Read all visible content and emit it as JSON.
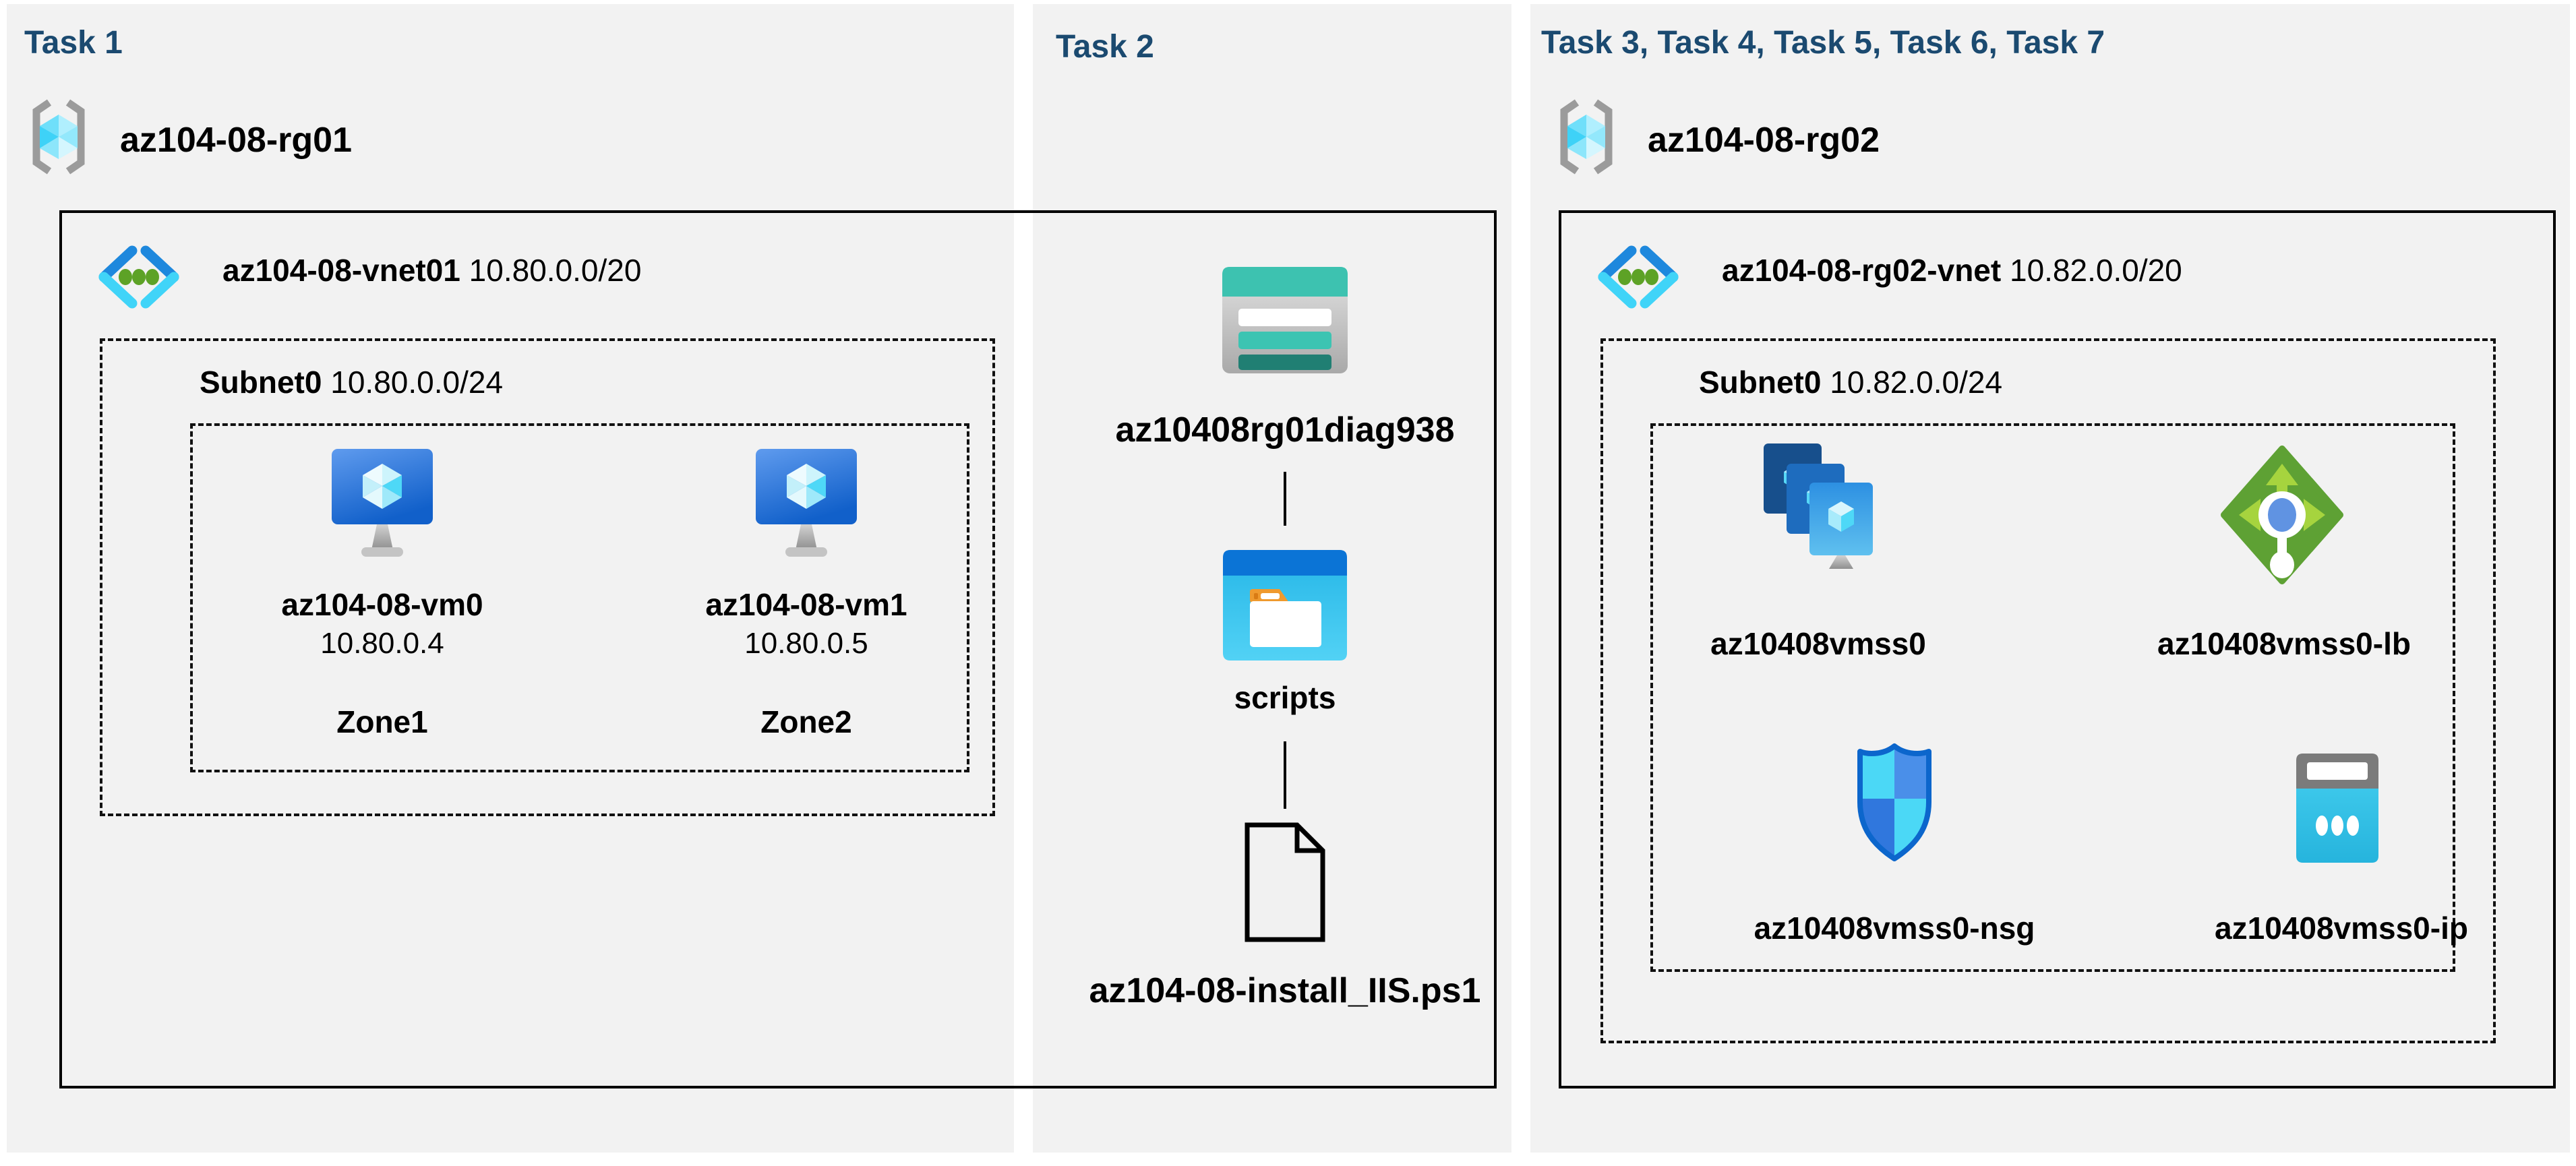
{
  "colors": {
    "title_navy": "#1b4a70",
    "panel_bg": "#f2f2f2",
    "line_black": "#000000",
    "storage_teal": "#3dc2b0",
    "storage_teal_dark": "#207f73",
    "folder_blue": "#0b74d6",
    "folder_cyan": "#3ec9f0",
    "folder_orange": "#ef9a2e",
    "vnet_blue": "#1e88dd",
    "vnet_cyan": "#40d4f8",
    "vnet_green": "#5da226",
    "vm_blue": "#1565d2",
    "lb_green": "#5ea134",
    "lb_lime": "#a6d43e",
    "nsg_outline": "#0c66cc",
    "nsg_cyan": "#4bd8f6",
    "nsg_blue": "#4a8fe9",
    "ip_cyan": "#35c4e8",
    "ip_gray": "#7b7b7b",
    "rg_gray": "#9b9b9b"
  },
  "icons": {
    "resource_group": "resource-group-icon",
    "virtual_network": "virtual-network-icon",
    "virtual_machine": "virtual-machine-icon",
    "storage_account": "storage-account-icon",
    "folder": "folder-icon",
    "file": "file-icon",
    "vmss": "vmss-icon",
    "load_balancer": "load-balancer-icon",
    "nsg": "nsg-icon",
    "public_ip": "public-ip-icon"
  },
  "panels": [
    {
      "title": "Task 1",
      "resource_group": "az104-08-rg01",
      "vnet": {
        "name": "az104-08-vnet01",
        "cidr": "10.80.0.0/20"
      },
      "subnet": {
        "name": "Subnet0",
        "cidr": "10.80.0.0/24"
      },
      "vms": [
        {
          "name": "az104-08-vm0",
          "ip": "10.80.0.4",
          "zone": "Zone1"
        },
        {
          "name": "az104-08-vm1",
          "ip": "10.80.0.5",
          "zone": "Zone2"
        }
      ]
    },
    {
      "title": "Task 2",
      "storage_account": "az10408rg01diag938",
      "folder": "scripts",
      "file": "az104-08-install_IIS.ps1"
    },
    {
      "title": "Task 3, Task 4, Task 5, Task 6, Task 7",
      "resource_group": "az104-08-rg02",
      "vnet": {
        "name": "az104-08-rg02-vnet",
        "cidr": "10.82.0.0/20"
      },
      "subnet": {
        "name": "Subnet0",
        "cidr": "10.82.0.0/24"
      },
      "resources": [
        {
          "name": "az10408vmss0"
        },
        {
          "name": "az10408vmss0-lb"
        },
        {
          "name": "az10408vmss0-nsg"
        },
        {
          "name": "az10408vmss0-ip"
        }
      ]
    }
  ]
}
